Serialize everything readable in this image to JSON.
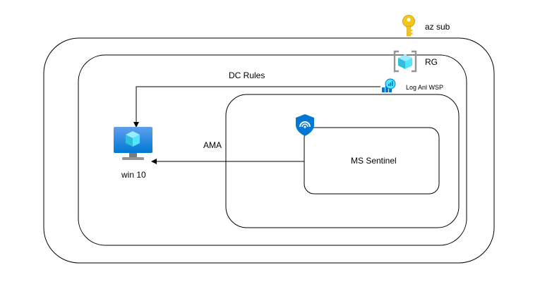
{
  "nodes": {
    "subscription": {
      "label": "az sub",
      "icon": "key-icon"
    },
    "resource_group": {
      "label": "RG",
      "icon": "resource-group-icon"
    },
    "workspace": {
      "label": "Log Anl WSP",
      "icon": "log-analytics-icon"
    },
    "sentinel": {
      "label": "MS Sentinel",
      "icon": "sentinel-shield-icon"
    },
    "vm": {
      "label": "win 10",
      "icon": "virtual-machine-icon"
    }
  },
  "edges": {
    "dc_rules": {
      "label": "DC Rules"
    },
    "ama": {
      "label": "AMA"
    }
  },
  "colors": {
    "stroke": "#000000",
    "key": "#F5C518",
    "azure_blue": "#0078D4",
    "azure_light": "#50E6FF"
  }
}
